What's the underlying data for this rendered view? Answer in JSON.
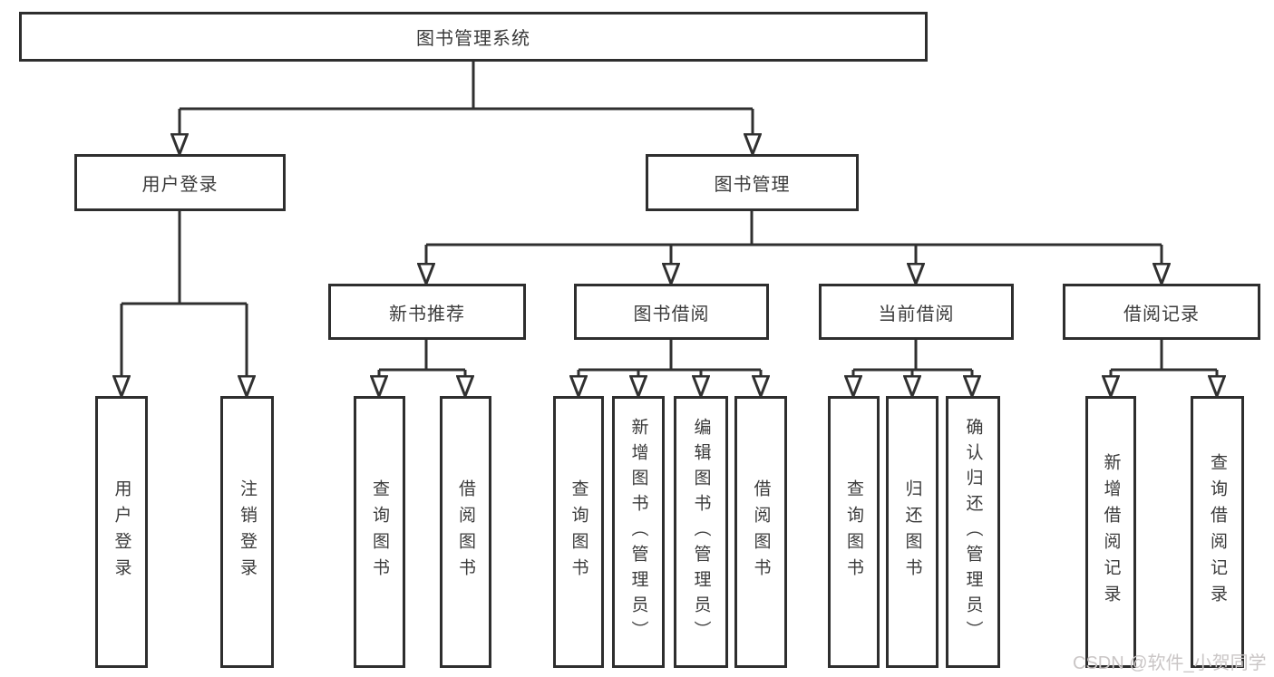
{
  "diagram": {
    "root": {
      "label": "图书管理系统",
      "children": [
        {
          "label": "用户登录",
          "children": [
            {
              "label": "用户登录"
            },
            {
              "label": "注销登录"
            }
          ]
        },
        {
          "label": "图书管理",
          "children": [
            {
              "label": "新书推荐",
              "children": [
                {
                  "label": "查询图书"
                },
                {
                  "label": "借阅图书"
                }
              ]
            },
            {
              "label": "图书借阅",
              "children": [
                {
                  "label": "查询图书"
                },
                {
                  "label": "新增图书（管理员）"
                },
                {
                  "label": "编辑图书（管理员）"
                },
                {
                  "label": "借阅图书"
                }
              ]
            },
            {
              "label": "当前借阅",
              "children": [
                {
                  "label": "查询图书"
                },
                {
                  "label": "归还图书"
                },
                {
                  "label": "确认归还（管理员）"
                }
              ]
            },
            {
              "label": "借阅记录",
              "children": [
                {
                  "label": "新增借阅记录"
                },
                {
                  "label": "查询借阅记录"
                }
              ]
            }
          ]
        }
      ]
    }
  },
  "watermark": {
    "text": "CSDN @软件_小贺同学"
  },
  "colors": {
    "line": "#303030",
    "box_border": "#2e2e2e",
    "text": "#3b3b3b",
    "watermark": "#cac6c6",
    "background": "#ffffff"
  }
}
